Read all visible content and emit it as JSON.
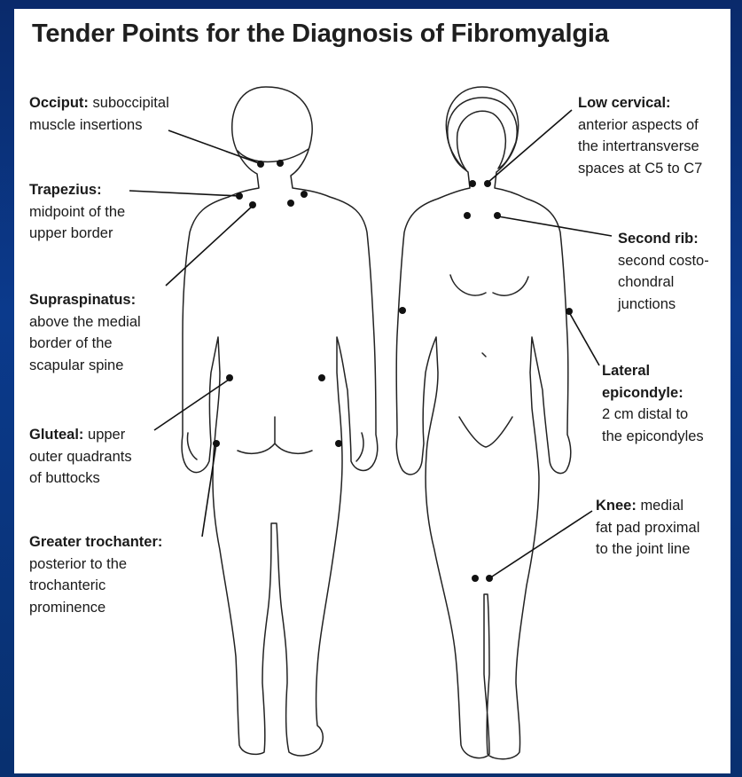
{
  "title": "Tender Points for the Diagnosis of Fibromyalgia",
  "labels": {
    "occiput": {
      "term": "Occiput:",
      "desc": [
        "suboccipital",
        "muscle insertions"
      ]
    },
    "trapezius": {
      "term": "Trapezius:",
      "desc": [
        "midpoint of the",
        "upper border"
      ]
    },
    "supraspinatus": {
      "term": "Supraspinatus:",
      "desc": [
        "above the medial",
        "border of the",
        "scapular spine"
      ]
    },
    "gluteal": {
      "term": "Gluteal:",
      "desc": [
        "upper",
        "outer quadrants",
        "of buttocks"
      ]
    },
    "greater_trochanter": {
      "term": "Greater trochanter:",
      "desc": [
        "posterior to the",
        "trochanteric",
        "prominence"
      ]
    },
    "low_cervical": {
      "term": "Low cervical:",
      "desc": [
        "anterior aspects of",
        "the intertransverse",
        "spaces at C5 to C7"
      ]
    },
    "second_rib": {
      "term": "Second rib:",
      "desc": [
        "second costo-",
        "chondral",
        "junctions"
      ]
    },
    "lateral_epicondyle": {
      "term": [
        "Lateral",
        "epicondyle:"
      ],
      "desc": [
        "2 cm distal to",
        "the epicondyles"
      ]
    },
    "knee": {
      "term": "Knee:",
      "desc": [
        "medial",
        "fat pad proximal",
        "to the joint line"
      ]
    }
  }
}
